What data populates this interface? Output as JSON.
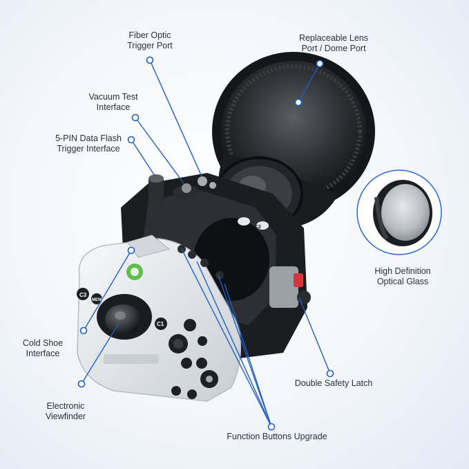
{
  "callouts": {
    "fiber_optic": {
      "line1": "Fiber Optic",
      "line2": "Trigger Port"
    },
    "replaceable_lens": {
      "line1": "Replaceable Lens",
      "line2": "Port / Dome Port"
    },
    "vacuum_test": {
      "line1": "Vacuum Test",
      "line2": "Interface"
    },
    "five_pin": {
      "line1": "5-PIN Data Flash",
      "line2": "Trigger Interface"
    },
    "high_definition": {
      "line1": "High Definition",
      "line2": "Optical Glass"
    },
    "cold_shoe": {
      "line1": "Cold Shoe",
      "line2": "Interface"
    },
    "double_latch": {
      "line1": "Double Safety Latch"
    },
    "electronic_vf": {
      "line1": "Electronic",
      "line2": "Viewfinder"
    },
    "function_buttons": {
      "line1": "Function Buttons Upgrade"
    }
  },
  "housing_markings": {
    "c3": "C3",
    "c1": "C1",
    "menu": "MENU",
    "c2": "C2"
  },
  "colors": {
    "accent": "#1f5fbf",
    "housing_dark": "#1c1d21",
    "housing_clear": "#e9ecef"
  }
}
